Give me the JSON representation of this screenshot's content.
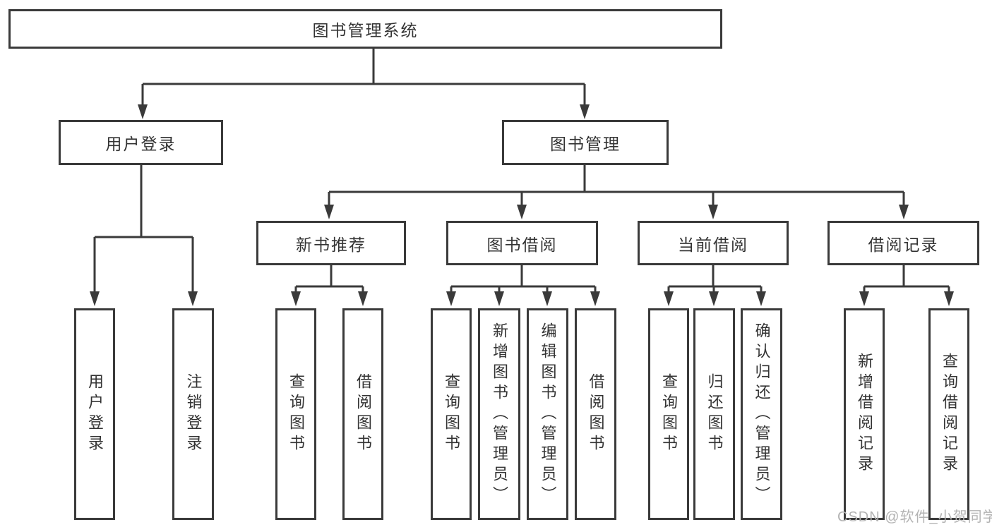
{
  "diagram": {
    "root": "图书管理系统",
    "branches": [
      {
        "label": "用户登录",
        "children": [
          "用户登录",
          "注销登录"
        ]
      },
      {
        "label": "图书管理",
        "groups": [
          {
            "label": "新书推荐",
            "children": [
              "查询图书",
              "借阅图书"
            ]
          },
          {
            "label": "图书借阅",
            "children": [
              "查询图书",
              "新增图书（管理员）",
              "编辑图书（管理员）",
              "借阅图书"
            ]
          },
          {
            "label": "当前借阅",
            "children": [
              "查询图书",
              "归还图书",
              "确认归还（管理员）"
            ]
          },
          {
            "label": "借阅记录",
            "children": [
              "新增借阅记录",
              "查询借阅记录"
            ]
          }
        ]
      }
    ]
  },
  "watermark": {
    "text": "CSDN @软件_小贺同学"
  },
  "colors": {
    "line": "#3a3a3a",
    "border": "#3a3a3a",
    "fill": "#ffffff",
    "text": "#333333",
    "watermark": "#b3b3b3",
    "bg": "#ffffff"
  }
}
